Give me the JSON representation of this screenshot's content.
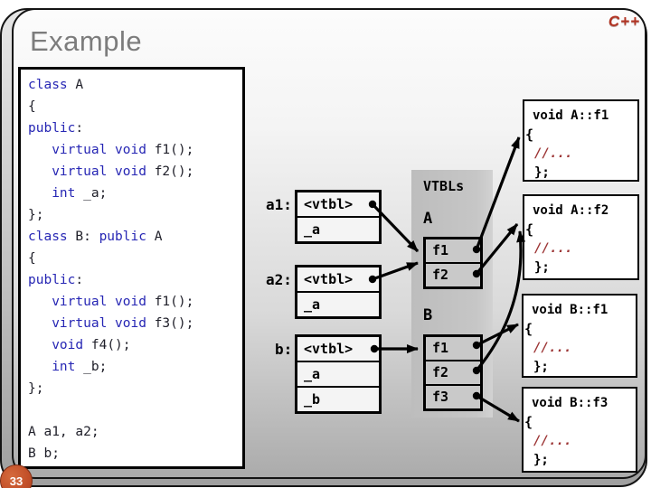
{
  "slide": {
    "title": "Example",
    "logo": "C++",
    "page_number": "33"
  },
  "code": {
    "lines": [
      [
        [
          "kw",
          "class"
        ],
        [
          "pl",
          " A"
        ]
      ],
      [
        [
          "pl",
          "{"
        ]
      ],
      [
        [
          "kw",
          "public"
        ],
        [
          "pl",
          ":"
        ]
      ],
      [
        [
          "pl",
          "   "
        ],
        [
          "kw",
          "virtual"
        ],
        [
          "pl",
          " "
        ],
        [
          "kw",
          "void"
        ],
        [
          "pl",
          " f1();"
        ]
      ],
      [
        [
          "pl",
          "   "
        ],
        [
          "kw",
          "virtual"
        ],
        [
          "pl",
          " "
        ],
        [
          "kw",
          "void"
        ],
        [
          "pl",
          " f2();"
        ]
      ],
      [
        [
          "pl",
          "   "
        ],
        [
          "kw",
          "int"
        ],
        [
          "pl",
          " _a;"
        ]
      ],
      [
        [
          "pl",
          "};"
        ]
      ],
      [
        [
          "kw",
          "class"
        ],
        [
          "pl",
          " B: "
        ],
        [
          "kw",
          "public"
        ],
        [
          "pl",
          " A"
        ]
      ],
      [
        [
          "pl",
          "{"
        ]
      ],
      [
        [
          "kw",
          "public"
        ],
        [
          "pl",
          ":"
        ]
      ],
      [
        [
          "pl",
          "   "
        ],
        [
          "kw",
          "virtual"
        ],
        [
          "pl",
          " "
        ],
        [
          "kw",
          "void"
        ],
        [
          "pl",
          " f1();"
        ]
      ],
      [
        [
          "pl",
          "   "
        ],
        [
          "kw",
          "virtual"
        ],
        [
          "pl",
          " "
        ],
        [
          "kw",
          "void"
        ],
        [
          "pl",
          " f3();"
        ]
      ],
      [
        [
          "pl",
          "   "
        ],
        [
          "kw",
          "void"
        ],
        [
          "pl",
          " f4();"
        ]
      ],
      [
        [
          "pl",
          "   "
        ],
        [
          "kw",
          "int"
        ],
        [
          "pl",
          " _b;"
        ]
      ],
      [
        [
          "pl",
          "};"
        ]
      ],
      [
        [
          "pl",
          ""
        ]
      ],
      [
        [
          "pl",
          "A a1, a2;"
        ]
      ],
      [
        [
          "pl",
          "B b;"
        ]
      ]
    ]
  },
  "memory_objects": [
    {
      "id": "a1",
      "label": "a1:",
      "fields": [
        "<vtbl>",
        "_a"
      ]
    },
    {
      "id": "a2",
      "label": "a2:",
      "fields": [
        "<vtbl>",
        "_a"
      ]
    },
    {
      "id": "b",
      "label": "b:",
      "fields": [
        "<vtbl>",
        "_a",
        "_b"
      ]
    }
  ],
  "vtbls": {
    "heading": "VTBLs",
    "tables": [
      {
        "name": "A",
        "slots": [
          "f1",
          "f2"
        ]
      },
      {
        "name": "B",
        "slots": [
          "f1",
          "f2",
          "f3"
        ]
      }
    ]
  },
  "functions": [
    {
      "id": "A::f1",
      "signature": "void A::f1",
      "open": "{",
      "comment": "//...",
      "close": "};"
    },
    {
      "id": "A::f2",
      "signature": "void A::f2",
      "open": "{",
      "comment": "//...",
      "close": "};"
    },
    {
      "id": "B::f1",
      "signature": "void B::f1",
      "open": "{",
      "comment": "//...",
      "close": "};"
    },
    {
      "id": "B::f3",
      "signature": "void B::f3",
      "open": "{",
      "comment": "//...",
      "close": "};"
    }
  ],
  "edges": [
    {
      "from": "a1.vtbl",
      "to": "vtbl.A"
    },
    {
      "from": "a2.vtbl",
      "to": "vtbl.A"
    },
    {
      "from": "b.vtbl",
      "to": "vtbl.B"
    },
    {
      "from": "vtbl.A.f1",
      "to": "fn.A::f1"
    },
    {
      "from": "vtbl.A.f2",
      "to": "fn.A::f2"
    },
    {
      "from": "vtbl.B.f1",
      "to": "fn.B::f1"
    },
    {
      "from": "vtbl.B.f2",
      "to": "fn.A::f2",
      "curved": true
    },
    {
      "from": "vtbl.B.f3",
      "to": "fn.B::f3"
    }
  ],
  "colors": {
    "title": "#7c7c7c",
    "keyword": "#2626b4",
    "plain": "#20202a",
    "comment": "#9c3434",
    "logo_red": "#b23322",
    "page_badge": "#c24f29",
    "panel_gray": "#c3c3c3",
    "arrow": "#000000"
  }
}
